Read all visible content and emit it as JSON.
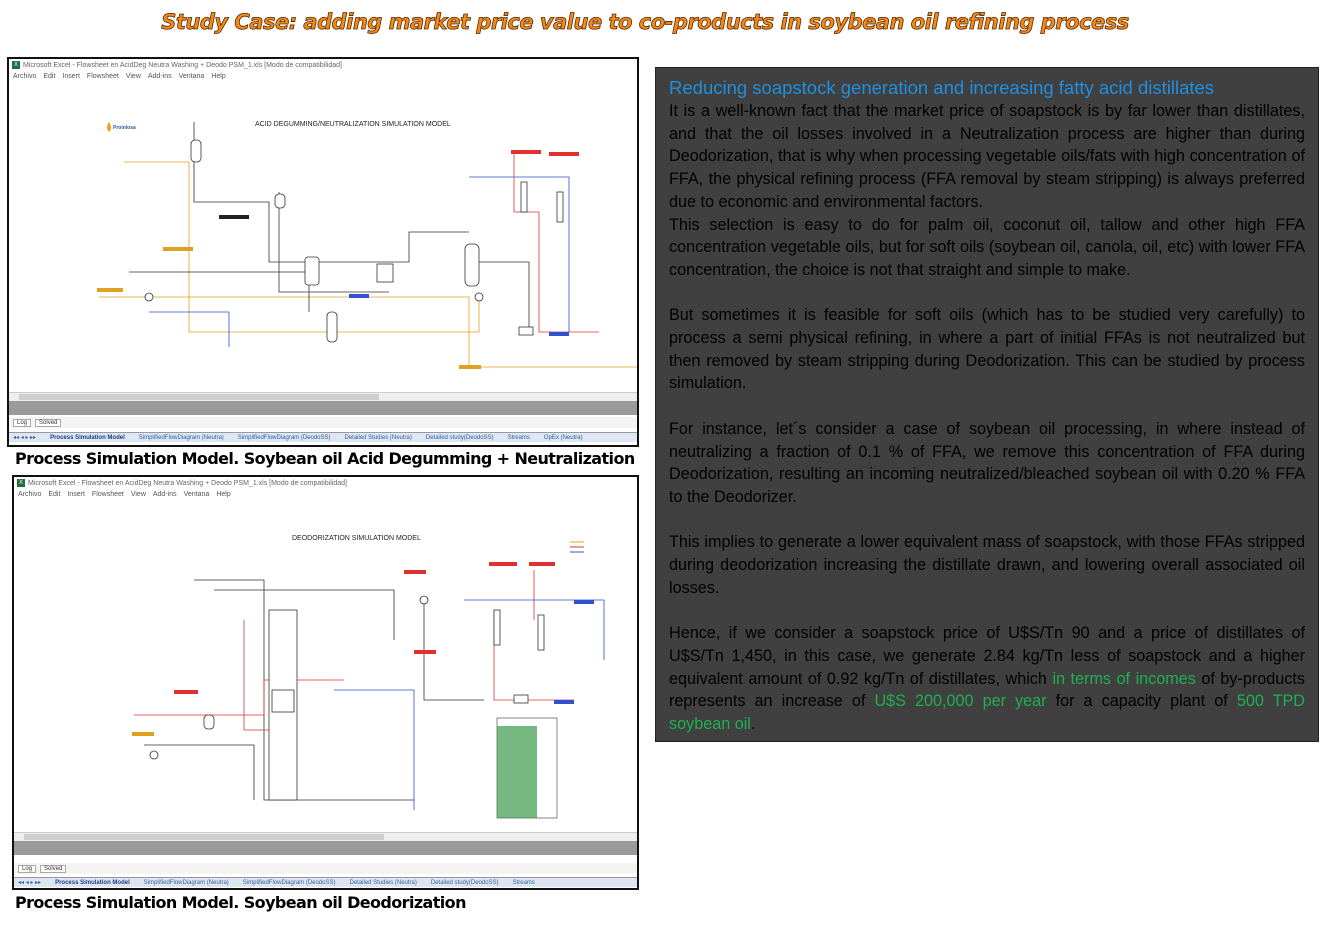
{
  "title": "Study Case: adding market price value to co-products in soybean oil refining process",
  "window1": {
    "titlebar": "Microsoft Excel - Flowsheet en AcidDeg Neutra Washing + Deodo PSM_1.xls  [Modo de compatibilidad]",
    "menu": [
      "Archivo",
      "Edit",
      "Insert",
      "Flowsheet",
      "View",
      "Add-ins",
      "Ventana",
      "Help"
    ],
    "logo": "Proinlosa",
    "flowsheet_title": "ACID DEGUMMING/NEUTRALIZATION SIMULATION MODEL",
    "log": "Log",
    "solved": "Solved",
    "tabs": [
      "Process Simulation Model",
      "SimplifiedFlowDiagram (Neutra)",
      "SimplifiedFlowDiagram (DeodoSS)",
      "Detailed Studies (Neutra)",
      "Detailed study(DeodoSS)",
      "Streams",
      "OpEx (Neutra)"
    ]
  },
  "caption1": "Process Simulation Model. Soybean oil Acid Degumming + Neutralization",
  "window2": {
    "titlebar": "Microsoft Excel - Flowsheet en AcidDeg Neutra Washing + Deodo PSM_1.xls  [Modo de compatibilidad]",
    "menu": [
      "Archivo",
      "Edit",
      "Insert",
      "Flowsheet",
      "View",
      "Add-ins",
      "Ventana",
      "Help"
    ],
    "flowsheet_title": "DEODORIZATION SIMULATION MODEL",
    "log": "Log",
    "solved": "Solved",
    "tabs": [
      "Process Simulation Model",
      "SimplifiedFlowDiagram (Neutra)",
      "SimplifiedFlowDiagram (DeodoSS)",
      "Detailed Studies (Neutra)",
      "Detailed study(DeodoSS)",
      "Streams"
    ]
  },
  "caption2": "Process Simulation Model. Soybean oil Deodorization",
  "panel": {
    "heading": "Reducing soapstock generation and increasing fatty acid distillates",
    "p1": "It is a well-known fact that the market price of soapstock is by far lower than distillates, and that the oil losses involved in a Neutralization process are higher than during Deodorization, that is why when processing vegetable oils/fats with high concentration of FFA, the physical refining process (FFA removal by steam stripping) is always preferred due to economic and environmental factors.",
    "p1b": "This selection is easy to do for palm oil, coconut oil, tallow and other high FFA concentration vegetable oils, but for soft oils (soybean oil, canola, oil, etc) with lower FFA concentration, the choice is not that straight and simple to make.",
    "p2": "But sometimes it is feasible for soft oils (which has to be studied very carefully) to  process a semi physical refining, in where a part of initial FFAs is not neutralized but then removed by steam stripping during Deodorization. This can be studied by process simulation.",
    "p3": "For instance, let´s consider a case of soybean oil processing, in where instead of neutralizing a fraction of 0.1 % of FFA, we remove this concentration of FFA during Deodorization, resulting an incoming neutralized/bleached soybean oil with 0.20 % FFA to the Deodorizer.",
    "p4": "This implies to generate a lower equivalent mass of soapstock, with those FFAs stripped during deodorization increasing the distillate drawn, and lowering overall associated oil losses.",
    "p5a": "Hence, if we consider a soapstock price of U$S/Tn 90 and a price of distillates of U$S/Tn 1,450, in this case, we generate 2.84 kg/Tn less of soapstock and a higher equivalent amount of 0.92 kg/Tn of distillates, which ",
    "p5_hl1": "in terms of incomes",
    "p5b": " of by-products represents an increase of ",
    "p5_hl2": "U$S 200,000 per year",
    "p5c": " for a capacity plant of ",
    "p5_hl3": "500 TPD soybean oil",
    "p5d": "."
  },
  "colors": {
    "title": "#f08a1c",
    "heading": "#1f8fe0",
    "highlight": "#1fb050",
    "panel_bg": "#404040"
  }
}
